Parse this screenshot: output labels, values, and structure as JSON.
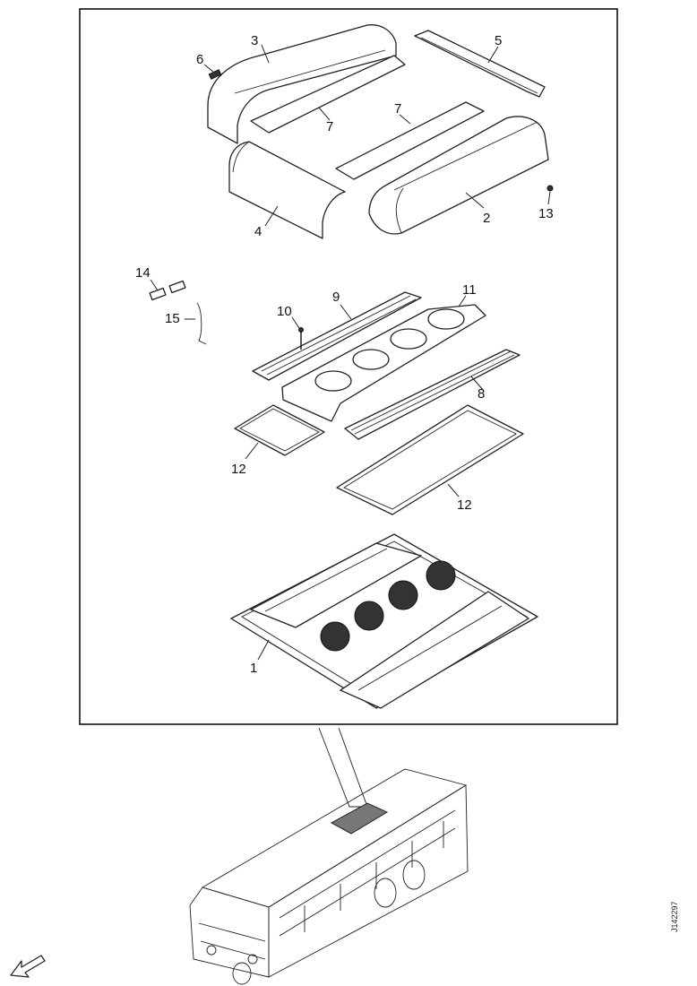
{
  "callouts": {
    "c1": "1",
    "c2": "2",
    "c3": "3",
    "c4": "4",
    "c5": "5",
    "c6": "6",
    "c7a": "7",
    "c7b": "7",
    "c8": "8",
    "c9": "9",
    "c10": "10",
    "c11": "11",
    "c12a": "12",
    "c12b": "12",
    "c13": "13",
    "c14": "14",
    "c15": "15"
  },
  "reference_code": "J142297"
}
